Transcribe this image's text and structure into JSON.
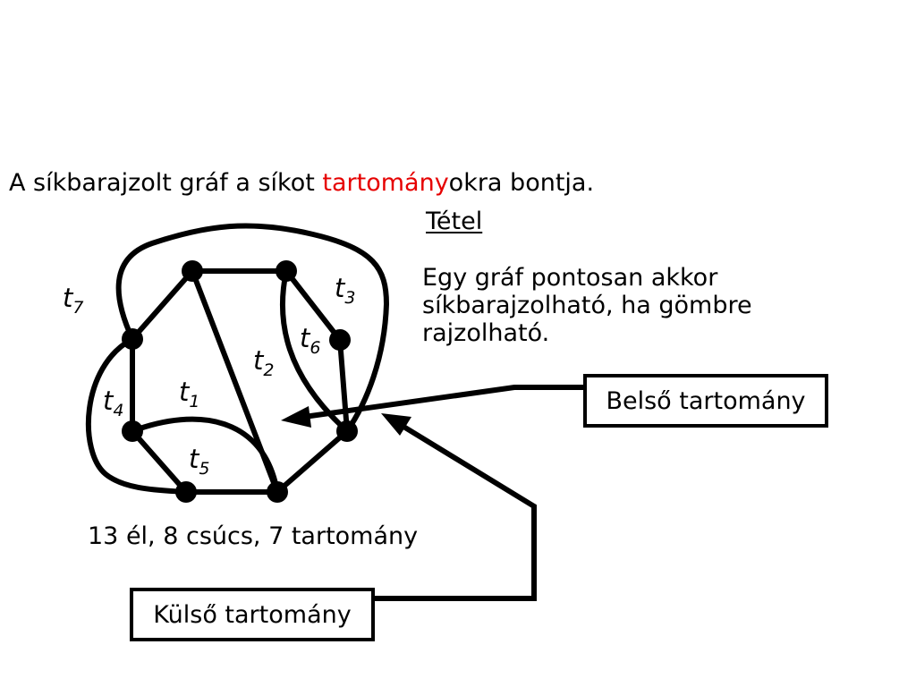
{
  "intro": {
    "prefix": "A  síkbarajzolt gráf a síkot ",
    "highlight": "tartomány",
    "suffix": "okra bontja."
  },
  "theorem": {
    "title": "Tétel",
    "lines": [
      "Egy gráf pontosan akkor",
      "síkbarajzolható, ha gömbre",
      "rajzolható."
    ]
  },
  "stats": "13 él, 8 csúcs, 7 tartomány",
  "inner_region_label": "Belső tartomány",
  "outer_region_label": "Külső tartomány",
  "faces": [
    {
      "letter": "t",
      "sub": "1"
    },
    {
      "letter": "t",
      "sub": "2"
    },
    {
      "letter": "t",
      "sub": "3"
    },
    {
      "letter": "t",
      "sub": "4"
    },
    {
      "letter": "t",
      "sub": "5"
    },
    {
      "letter": "t",
      "sub": "6"
    },
    {
      "letter": "t",
      "sub": "7"
    }
  ],
  "colors": {
    "highlight": "#e60000",
    "ink": "#000000"
  }
}
